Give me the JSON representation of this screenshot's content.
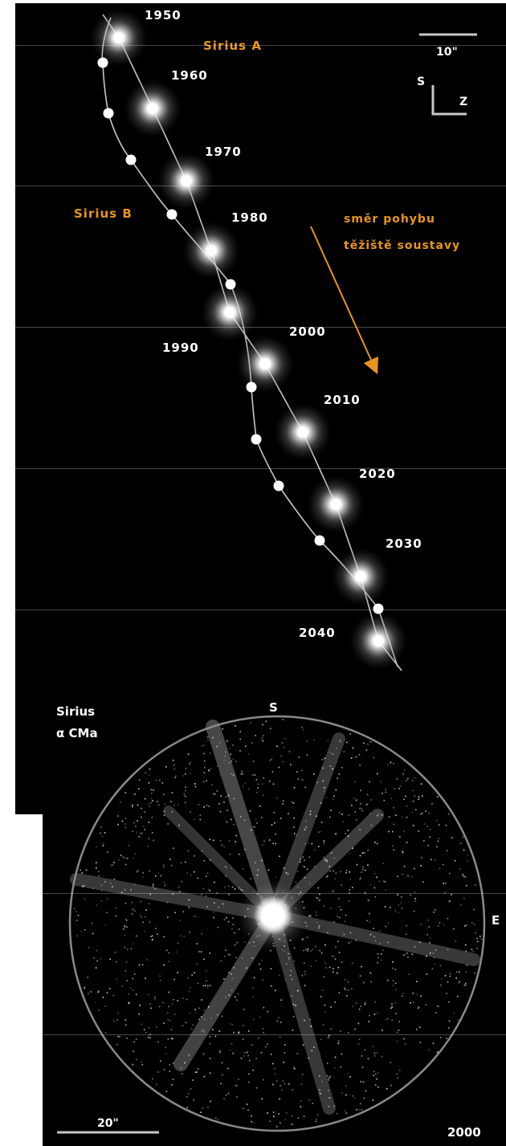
{
  "orbit": {
    "years": [
      "1950",
      "1960",
      "1970",
      "1980",
      "1990",
      "2000",
      "2010",
      "2020",
      "2030",
      "2040"
    ],
    "sirius_a_label": "Sirius A",
    "sirius_b_label": "Sirius B",
    "scale_label": "10\"",
    "compass": {
      "north": "S",
      "west": "Z"
    },
    "motion_label_line1": "směr pohybu",
    "motion_label_line2": "těžiště soustavy"
  },
  "image": {
    "star_line1": "Sirius",
    "star_line2": "α CMa",
    "north": "S",
    "east": "E",
    "scale_label": "20\"",
    "epoch": "2000"
  },
  "colors": {
    "orange": "#e8961e",
    "white": "#ffffff",
    "grey_line": "#c8c8c8",
    "circle": "#8a8a8a",
    "background": "#000000"
  }
}
